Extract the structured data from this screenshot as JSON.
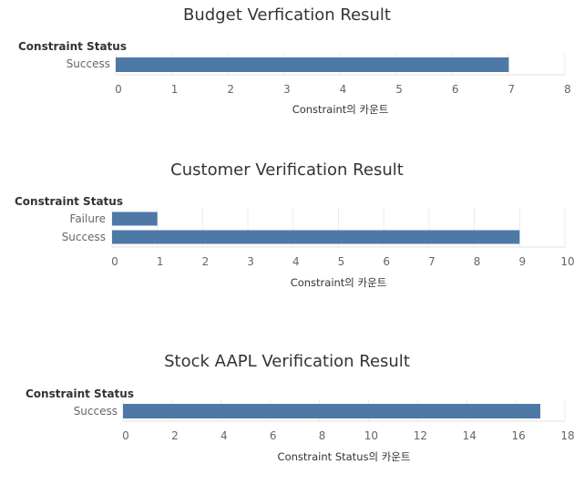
{
  "colors": {
    "bar": "#4e79a7",
    "grid": "#ebebeb",
    "tick_text": "#666666"
  },
  "chart_data": [
    {
      "type": "bar",
      "title": "Budget Verfication Result",
      "row_header": "Constraint Status",
      "categories": [
        "Success"
      ],
      "values": [
        7
      ],
      "xlabel": "Constraint의 카운트",
      "xlim": [
        0,
        8
      ],
      "xticks": [
        0,
        1,
        2,
        3,
        4,
        5,
        6,
        7,
        8
      ],
      "grid": true
    },
    {
      "type": "bar",
      "title": "Customer Verification Result",
      "row_header": "Constraint Status",
      "categories": [
        "Failure",
        "Success"
      ],
      "values": [
        1,
        9
      ],
      "xlabel": "Constraint의 카운트",
      "xlim": [
        0,
        10
      ],
      "xticks": [
        0,
        1,
        2,
        3,
        4,
        5,
        6,
        7,
        8,
        9,
        10
      ],
      "grid": true
    },
    {
      "type": "bar",
      "title": "Stock AAPL Verification Result",
      "row_header": "Constraint Status",
      "categories": [
        "Success"
      ],
      "values": [
        17
      ],
      "xlabel": "Constraint Status의 카운트",
      "xlim": [
        0,
        18
      ],
      "xticks": [
        0,
        2,
        4,
        6,
        8,
        10,
        12,
        14,
        16,
        18
      ],
      "grid": true
    }
  ]
}
